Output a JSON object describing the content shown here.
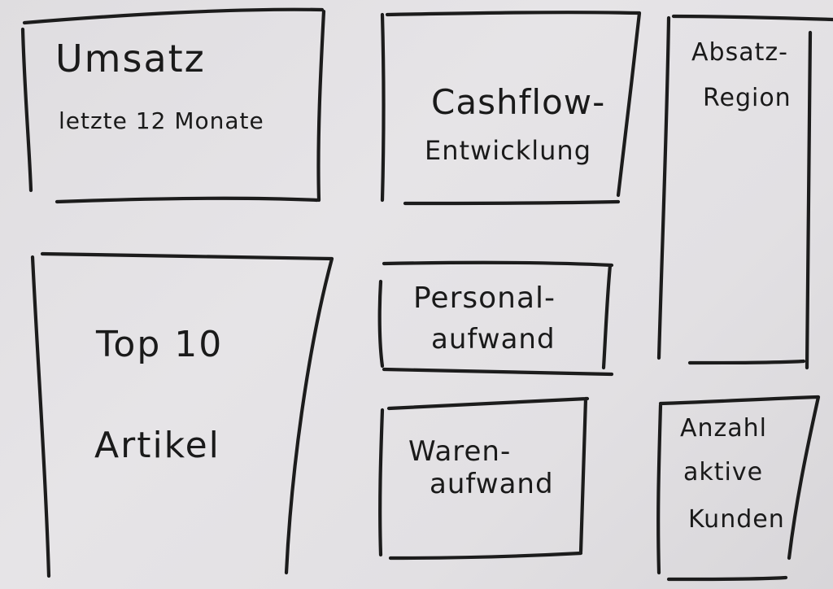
{
  "tiles": {
    "umsatz": {
      "line1": "Umsatz",
      "line2": "letzte 12 Monate"
    },
    "cashflow": {
      "line1": "Cashflow-",
      "line2": "Entwicklung"
    },
    "absatz": {
      "line1": "Absatz-",
      "line2": "Region"
    },
    "top10": {
      "line1": "Top 10",
      "line2": "Artikel"
    },
    "personal": {
      "line1": "Personal-",
      "line2": "aufwand"
    },
    "waren": {
      "line1": "Waren-",
      "line2": "aufwand"
    },
    "kunden": {
      "line1": "Anzahl",
      "line2": "aktive",
      "line3": "Kunden"
    }
  },
  "colors": {
    "paper": "#e4e2e5",
    "ink": "#1c1c1c"
  }
}
